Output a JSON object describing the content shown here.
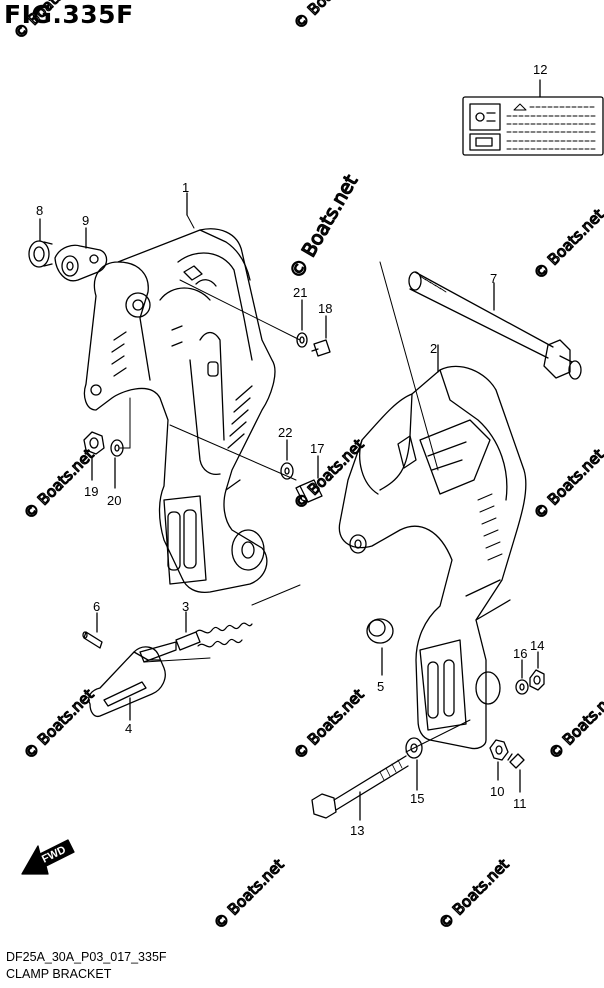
{
  "figure": {
    "title": "FIG.335F",
    "code": "DF25A_30A_P03_017_335F",
    "caption": "CLAMP BRACKET"
  },
  "watermark": "© Boats.net",
  "fwd_label": "FWD",
  "part_labels": [
    "1",
    "2",
    "3",
    "4",
    "5",
    "6",
    "7",
    "8",
    "9",
    "10",
    "11",
    "12",
    "13",
    "14",
    "15",
    "16",
    "17",
    "18",
    "19",
    "20",
    "21",
    "22"
  ]
}
